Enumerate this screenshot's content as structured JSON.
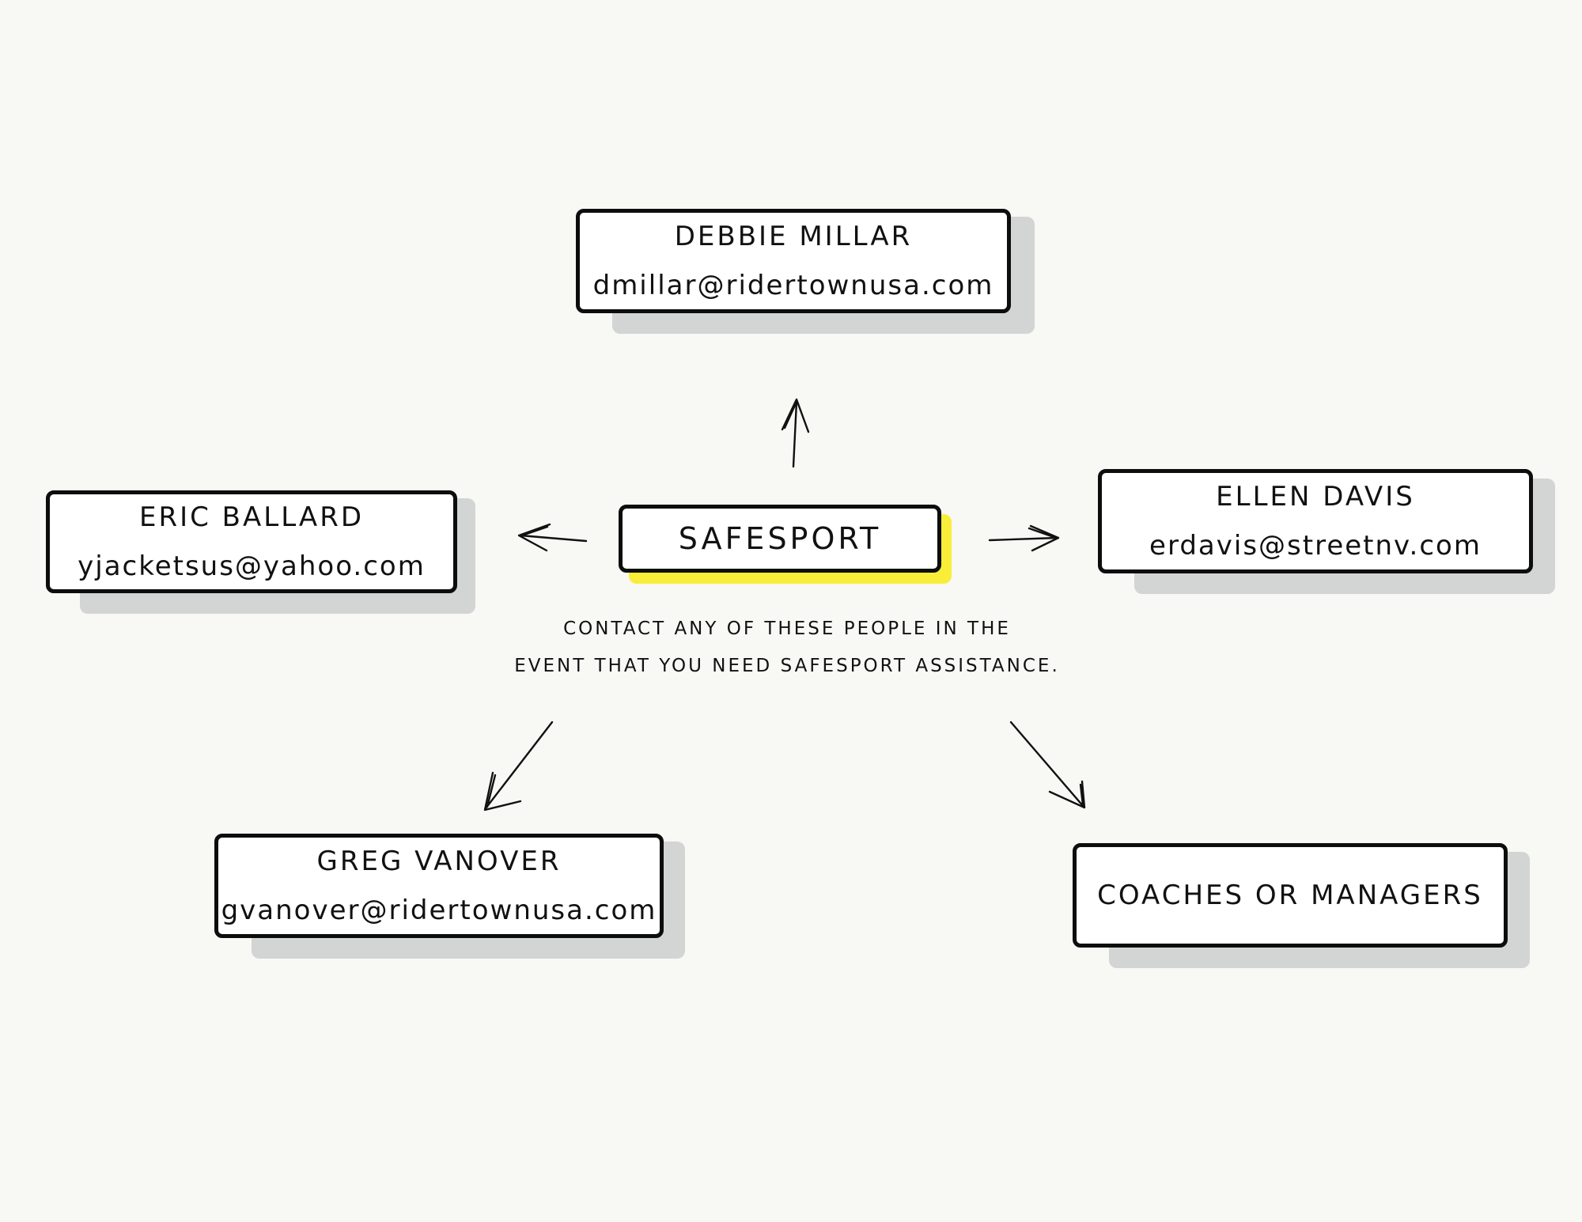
{
  "center": {
    "title": "SAFESPORT",
    "note_line1": "CONTACT ANY OF THESE PEOPLE IN THE",
    "note_line2": "EVENT THAT YOU NEED SAFESPORT ASSISTANCE."
  },
  "contacts": [
    {
      "name": "DEBBIE MILLAR",
      "email": "dmillar@ridertownusa.com"
    },
    {
      "name": "ERIC BALLARD",
      "email": "yjacketsus@yahoo.com"
    },
    {
      "name": "ELLEN DAVIS",
      "email": "erdavis@streetnv.com"
    },
    {
      "name": "GREG VANOVER",
      "email": "gvanover@ridertownusa.com"
    },
    {
      "name": "COACHES OR MANAGERS"
    }
  ],
  "colors": {
    "background": "#f8f8f4",
    "card_border": "#0d0d0d",
    "shadow": "#d2d5d4",
    "highlight": "#f8ee3a"
  }
}
